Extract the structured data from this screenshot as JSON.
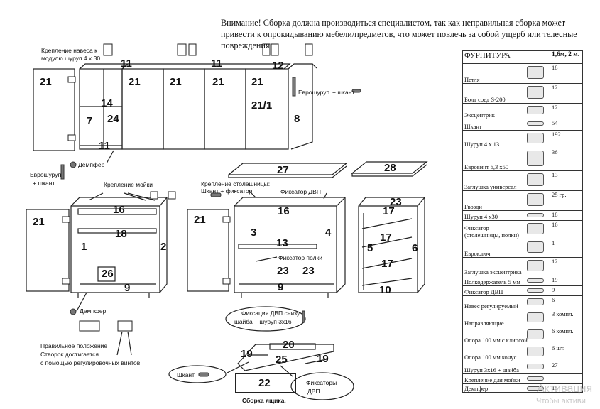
{
  "warning": "Внимание! Сборка должна производиться специалистом, так как неправильная сборка может привести к опрокидыванию мебели/предметов, что может повлечь  за собой ущерб или телесные повреждения",
  "notes": {
    "hinge_mount_1": "Крепление навеса к",
    "hinge_mount_2": "модулю шуруп 4 х 30",
    "euroscrew_top": "Еврошуруп",
    "dowel_top": "+ шкант",
    "damper_top": "Демпфер",
    "euroscrew_left_1": "Еврошуруп",
    "euroscrew_left_2": "+ шкант",
    "sink_mount": "Крепление мойки",
    "worktop_mount_1": "Крепление столешницы:",
    "worktop_mount_2": "Шкант + фиксатор",
    "dvp_fixer_top": "Фиксатор ДВП",
    "shelf_fixer": "Фиксатор полки",
    "damper_bottom": "Демпфер",
    "dvp_fixation_1": "Фиксация ДВП снизу",
    "dvp_fixation_2": "шайба +  шуруп 3х16",
    "correct_pos_1": "Правильное положение",
    "correct_pos_2": "Створок достигается",
    "correct_pos_3": "с помощью регулировочных винтов",
    "dowel_bottom": "Шкант",
    "fixers_1": "Фиксаторы",
    "fixers_2": "ДВП",
    "drawer_assembly": "Сборка  ящика."
  },
  "parts": {
    "p21a": "21",
    "p11a": "11",
    "p21b": "21",
    "p21c": "21",
    "p11b": "11",
    "p21d": "21",
    "p12": "12",
    "p21e": "21",
    "p21_1": "21/1",
    "p14": "14",
    "p7": "7",
    "p24": "24",
    "p8": "8",
    "p11c": "11",
    "p27": "27",
    "p28": "28",
    "p21f": "21",
    "p16a": "16",
    "p18": "18",
    "p1": "1",
    "p2": "2",
    "p26": "26",
    "p9a": "9",
    "p21g": "21",
    "p16b": "16",
    "p3": "3",
    "p13": "13",
    "p4": "4",
    "p23a": "23",
    "p23b": "23",
    "p9b": "9",
    "p23c": "23",
    "p17a": "17",
    "p17b": "17",
    "p5": "5",
    "p6": "6",
    "p17c": "17",
    "p10": "10",
    "p20": "20",
    "p19a": "19",
    "p19b": "19",
    "p25": "25",
    "p22": "22"
  },
  "hardware": {
    "title": "ФУРНИТУРА",
    "size": "1,6м, 2 м.",
    "rows": [
      {
        "name": "Петля",
        "qty": "18",
        "icon": "hinge-icon",
        "h": 28
      },
      {
        "name": "Болт соед S-200",
        "qty": "12",
        "icon": "bolt-icon",
        "h": 28
      },
      {
        "name": "Эксцентрик",
        "qty": "12",
        "icon": "eccentric-icon",
        "h": 22
      },
      {
        "name": "Шкант",
        "qty": "54",
        "icon": "dowel-icon",
        "h": 16
      },
      {
        "name": "Шуруп 4 х 13",
        "qty": "192",
        "icon": "screw-icon",
        "h": 25
      },
      {
        "name": "Евровинт  6,3 х50",
        "qty": "36",
        "icon": "euroscrew-icon",
        "h": 32
      },
      {
        "name": "Заглушка  универсал",
        "qty": "13",
        "icon": "cap-icon",
        "h": 28
      },
      {
        "name": "Гвозди",
        "qty": "25 гр.",
        "icon": "nails-icon",
        "h": 28
      },
      {
        "name": "Шуруп 4 х30",
        "qty": "18",
        "icon": "screw-30-icon",
        "h": 14
      },
      {
        "name": "Фиксатор\n(столешницы, полки)",
        "qty": "16",
        "icon": "fixer-icon",
        "h": 26
      },
      {
        "name": "Евроключ",
        "qty": "1",
        "icon": "hex-key-icon",
        "h": 26
      },
      {
        "name": "Заглушка эксцентрика",
        "qty": "12",
        "icon": "eccentric-cap-icon",
        "h": 26
      },
      {
        "name": "Полкодержатель 5 мм",
        "qty": "19",
        "icon": "shelf-support-icon",
        "h": 14
      },
      {
        "name": "Фиксатор ДВП",
        "qty": "9",
        "icon": "dvp-fixer-icon",
        "h": 14
      },
      {
        "name": "Навес регулируемый",
        "qty": "6",
        "icon": "cabinet-hanger-icon",
        "h": 20
      },
      {
        "name": "Направляющие",
        "qty": "3 компл.",
        "icon": "drawer-slide-icon",
        "h": 24
      },
      {
        "name": "Опора 100 мм  с клипсой",
        "qty": "6 компл.",
        "icon": "leg-clip-icon",
        "h": 24
      },
      {
        "name": "Опора 100 мм   конус",
        "qty": "6 шт.",
        "icon": "leg-cone-icon",
        "h": 24
      },
      {
        "name": "Шуруп 3х16 + шайба",
        "qty": "27",
        "icon": "screw-washer-icon",
        "h": 18
      },
      {
        "name": "Крепление для мойки",
        "qty": "",
        "icon": "sink-clip-icon",
        "h": 14
      },
      {
        "name": "Демпфер",
        "qty": "15",
        "icon": "damper-icon",
        "h": 12
      }
    ]
  },
  "watermark": {
    "line1": "Активация",
    "line2": "Чтобы активи"
  }
}
